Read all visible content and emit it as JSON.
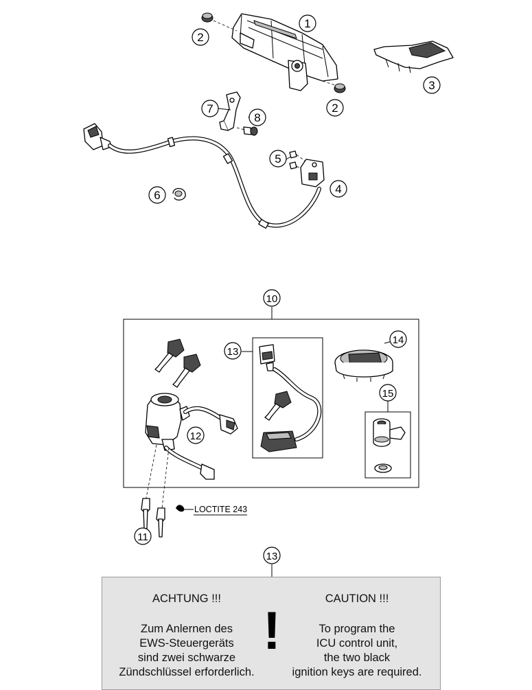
{
  "callouts": [
    {
      "id": "1",
      "label": "1"
    },
    {
      "id": "2a",
      "label": "2"
    },
    {
      "id": "2b",
      "label": "2"
    },
    {
      "id": "3",
      "label": "3"
    },
    {
      "id": "4",
      "label": "4"
    },
    {
      "id": "5",
      "label": "5"
    },
    {
      "id": "6",
      "label": "6"
    },
    {
      "id": "7",
      "label": "7"
    },
    {
      "id": "8",
      "label": "8"
    },
    {
      "id": "10",
      "label": "10"
    },
    {
      "id": "11",
      "label": "11"
    },
    {
      "id": "12",
      "label": "12"
    },
    {
      "id": "13a",
      "label": "13"
    },
    {
      "id": "13b",
      "label": "13"
    },
    {
      "id": "14",
      "label": "14"
    },
    {
      "id": "15",
      "label": "15"
    }
  ],
  "loctite": "LOCTITE 243",
  "warning": {
    "de_heading": "ACHTUNG !!!",
    "de_lines": [
      "Zum Anlernen des",
      "EWS-Steuergeräts",
      "sind zwei schwarze",
      "Zündschlüssel erforderlich."
    ],
    "en_heading": "CAUTION !!!",
    "en_lines": [
      "To program the",
      "ICU control unit,",
      "the two black",
      "ignition keys are required."
    ],
    "symbol": "!"
  },
  "colors": {
    "warning_bg": "#e4e4e4",
    "line": "#000000"
  }
}
